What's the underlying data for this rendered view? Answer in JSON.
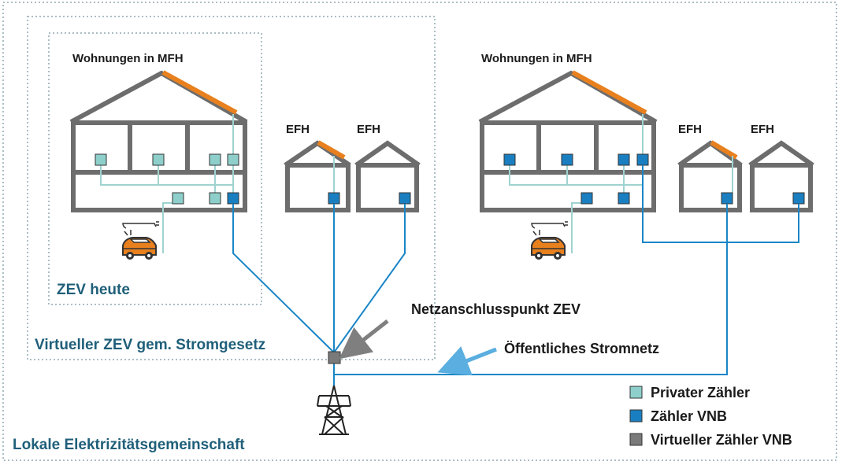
{
  "labels": {
    "mfh_left": "Wohnungen in MFH",
    "mfh_right": "Wohnungen in MFH",
    "efh_1": "EFH",
    "efh_2": "EFH",
    "efh_3": "EFH",
    "efh_4": "EFH",
    "zev_heute": "ZEV heute",
    "virtueller_zev": "Virtueller ZEV gem. Stromgesetz",
    "lokale_egem": "Lokale Elektrizitätsgemeinschaft",
    "netzanschluss": "Netzanschlusspunkt ZEV",
    "oeffentliches_netz": "Öffentliches Stromnetz"
  },
  "legend": {
    "privater_zaehler": "Privater Zähler",
    "zaehler_vnb": "Zähler VNB",
    "virtueller_zaehler": "Virtueller Zähler VNB"
  },
  "colors": {
    "house_outline": "#6d6d6d",
    "roof_solar": "#e8801e",
    "private_meter": "#8ecfcb",
    "vnb_meter": "#1a7fc1",
    "virtual_meter": "#7a7a7a",
    "private_line": "#9fd3d0",
    "grid_line": "#1a86c6",
    "zone_border": "#8fa9b0",
    "zone_text": "#1f5f7a",
    "arrow_grey": "#7f7f7f",
    "arrow_blue": "#5aaee0",
    "car_body": "#e8801e"
  }
}
